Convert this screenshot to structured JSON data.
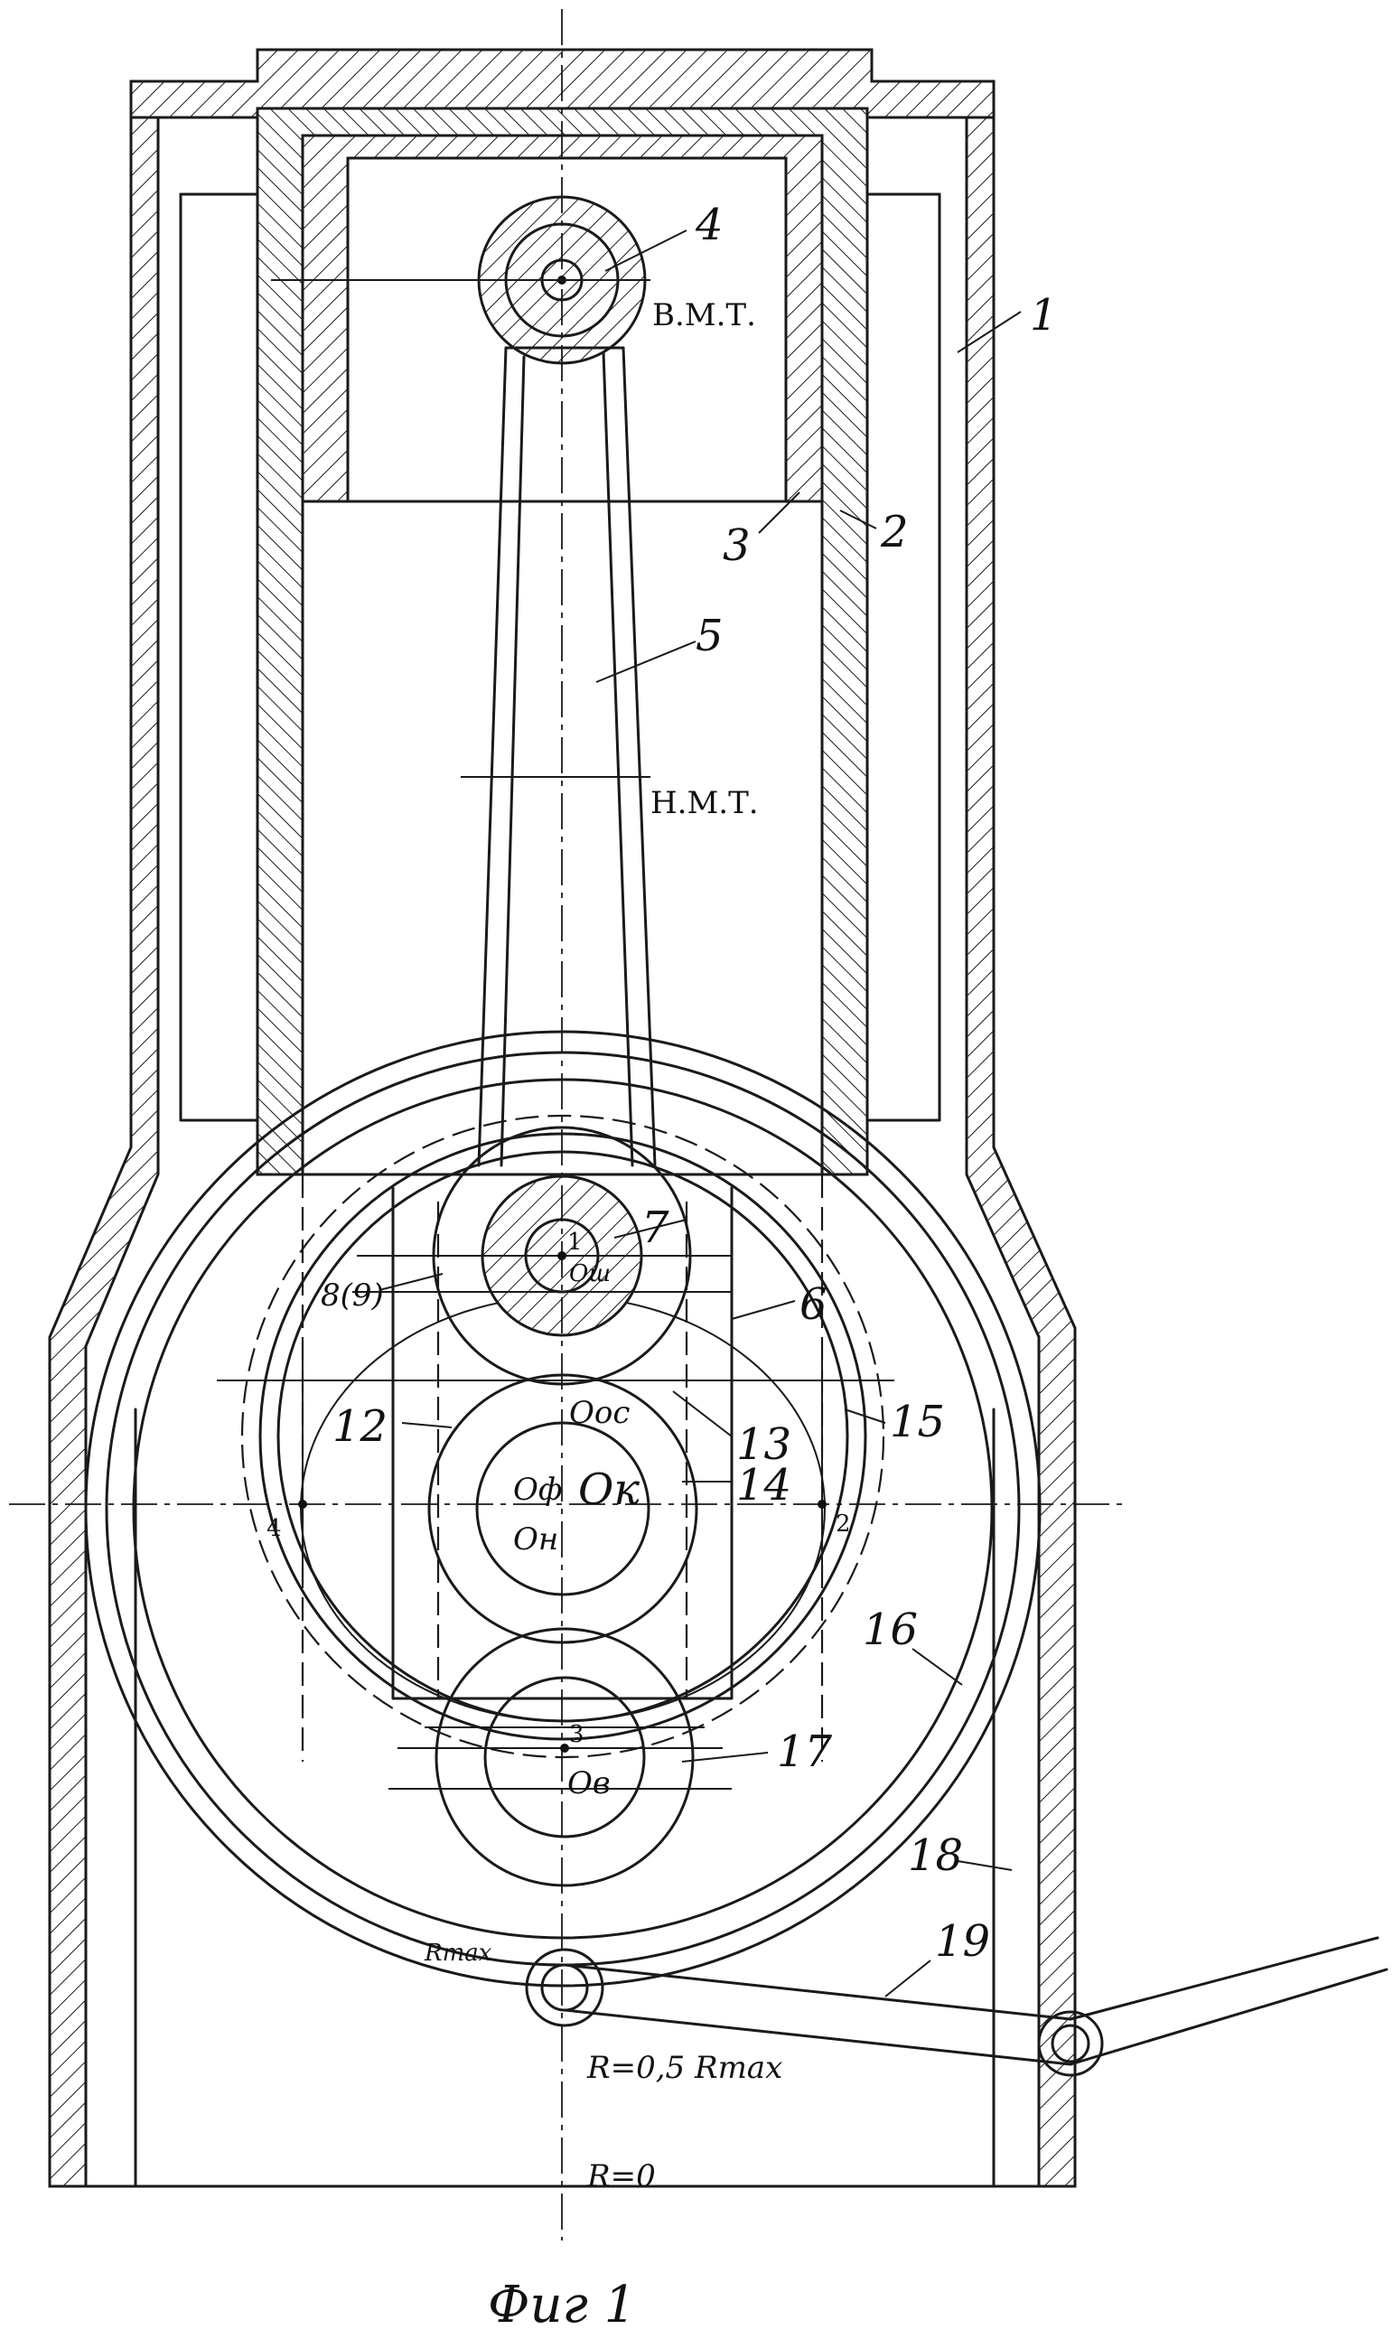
{
  "labels": {
    "part1": "1",
    "part2": "2",
    "part3": "3",
    "part4": "4",
    "part5": "5",
    "part6": "6",
    "part7": "7",
    "part8_9": "8(9)",
    "part12": "12",
    "part13": "13",
    "part14": "14",
    "part15": "15",
    "part16": "16",
    "part17": "17",
    "part18": "18",
    "part19": "19"
  },
  "positions": {
    "tdc": "В.М.Т.",
    "bdc": "Н.М.Т.",
    "p1": "1",
    "p2": "2",
    "p3": "3",
    "p4": "4"
  },
  "centers": {
    "o_sh": "Oш",
    "o_oc": "Ooc",
    "o_f": "Oф",
    "o_k": "Oк",
    "o_n": "Oн",
    "o_v": "Oв"
  },
  "radius": {
    "r_max": "Rmax",
    "r_half": "R=0,5 Rmax",
    "r_zero": "R=0"
  },
  "caption": "Фиг 1"
}
